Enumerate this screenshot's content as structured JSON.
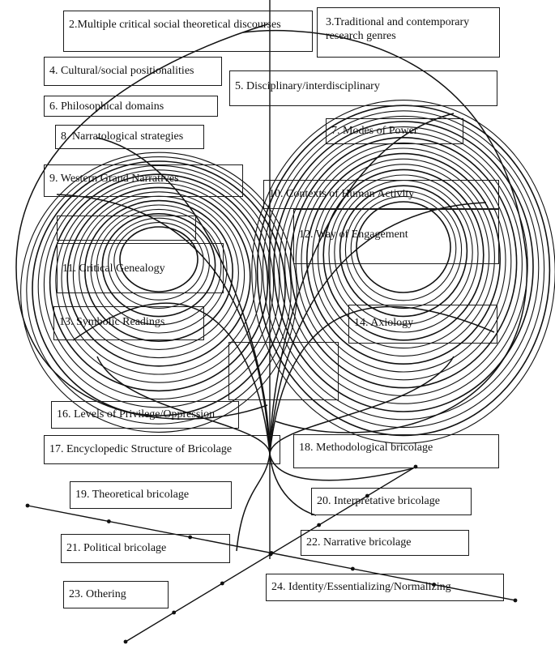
{
  "labels": {
    "l2": "2.Multiple critical social theoretical discourses",
    "l3": "3.Traditional and contemporary research genres",
    "l4": "4. Cultural/social positionalities",
    "l5": "5. Disciplinary/interdisciplinary",
    "l6": "6. Philosophical domains",
    "l7": "7. Modes of Power",
    "l8": "8. Narratological strategies",
    "l9": "9. Western Grand Narratives",
    "l10": "10. Contexts of Human Activity",
    "l11": "11. Critical Genealogy",
    "l12": "12. Way of Engagement",
    "l13": "13. Symbolic Readings",
    "l14": "14. Axiology",
    "l16": "16. Levels of Privilege/Oppression",
    "l17": "17. Encyclopedic Structure of Bricolage",
    "l18": "18. Methodological bricolage",
    "l19": "19. Theoretical bricolage",
    "l20": "20. Interpretative bricolage",
    "l21": "21. Political bricolage",
    "l22": "22. Narrative bricolage",
    "l23": "23. Othering",
    "l24": "24. Identity/Essentializing/Normalizing"
  },
  "colors": {
    "ink": "#111111",
    "background": "#ffffff"
  }
}
